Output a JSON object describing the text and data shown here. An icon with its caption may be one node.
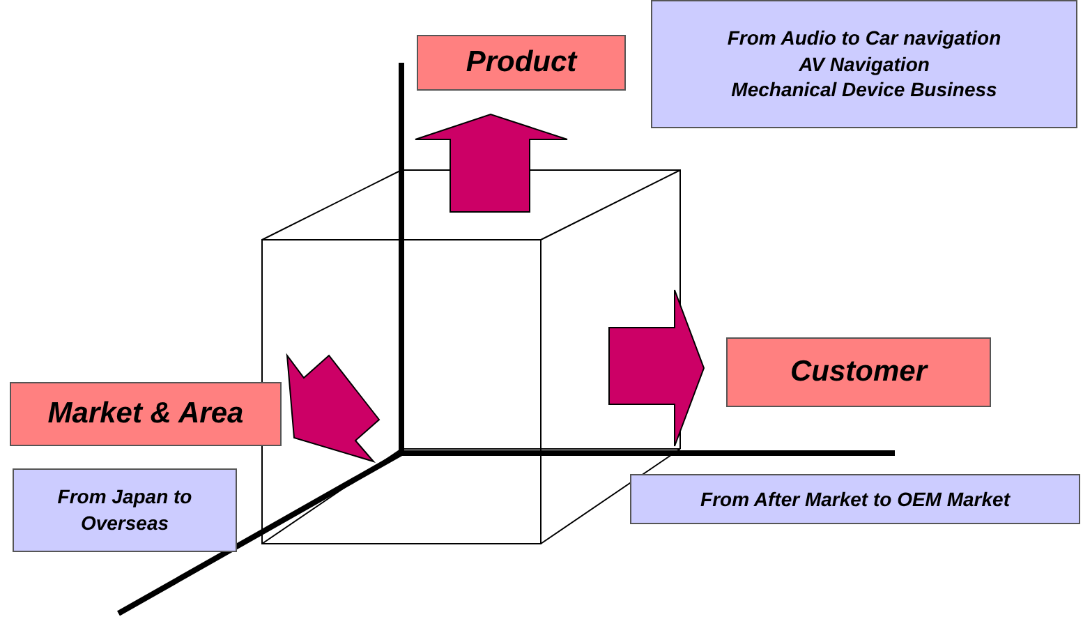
{
  "diagram": {
    "nodes": [
      {
        "text": [
          "Product"
        ]
      },
      {
        "text": [
          "From Audio to Car navigation",
          "AV Navigation",
          "Mechanical Device Business"
        ]
      },
      {
        "text": [
          "Customer"
        ]
      },
      {
        "text": [
          "Market & Area"
        ]
      },
      {
        "text": [
          "From Japan to Overseas"
        ]
      },
      {
        "text": [
          "From After Market to OEM Market"
        ]
      }
    ],
    "edges": [
      {
        "from": null,
        "to": 0,
        "arrow": "to"
      },
      {
        "from": null,
        "to": 2,
        "arrow": "to"
      },
      {
        "from": null,
        "to": 3,
        "arrow": "to"
      }
    ]
  }
}
